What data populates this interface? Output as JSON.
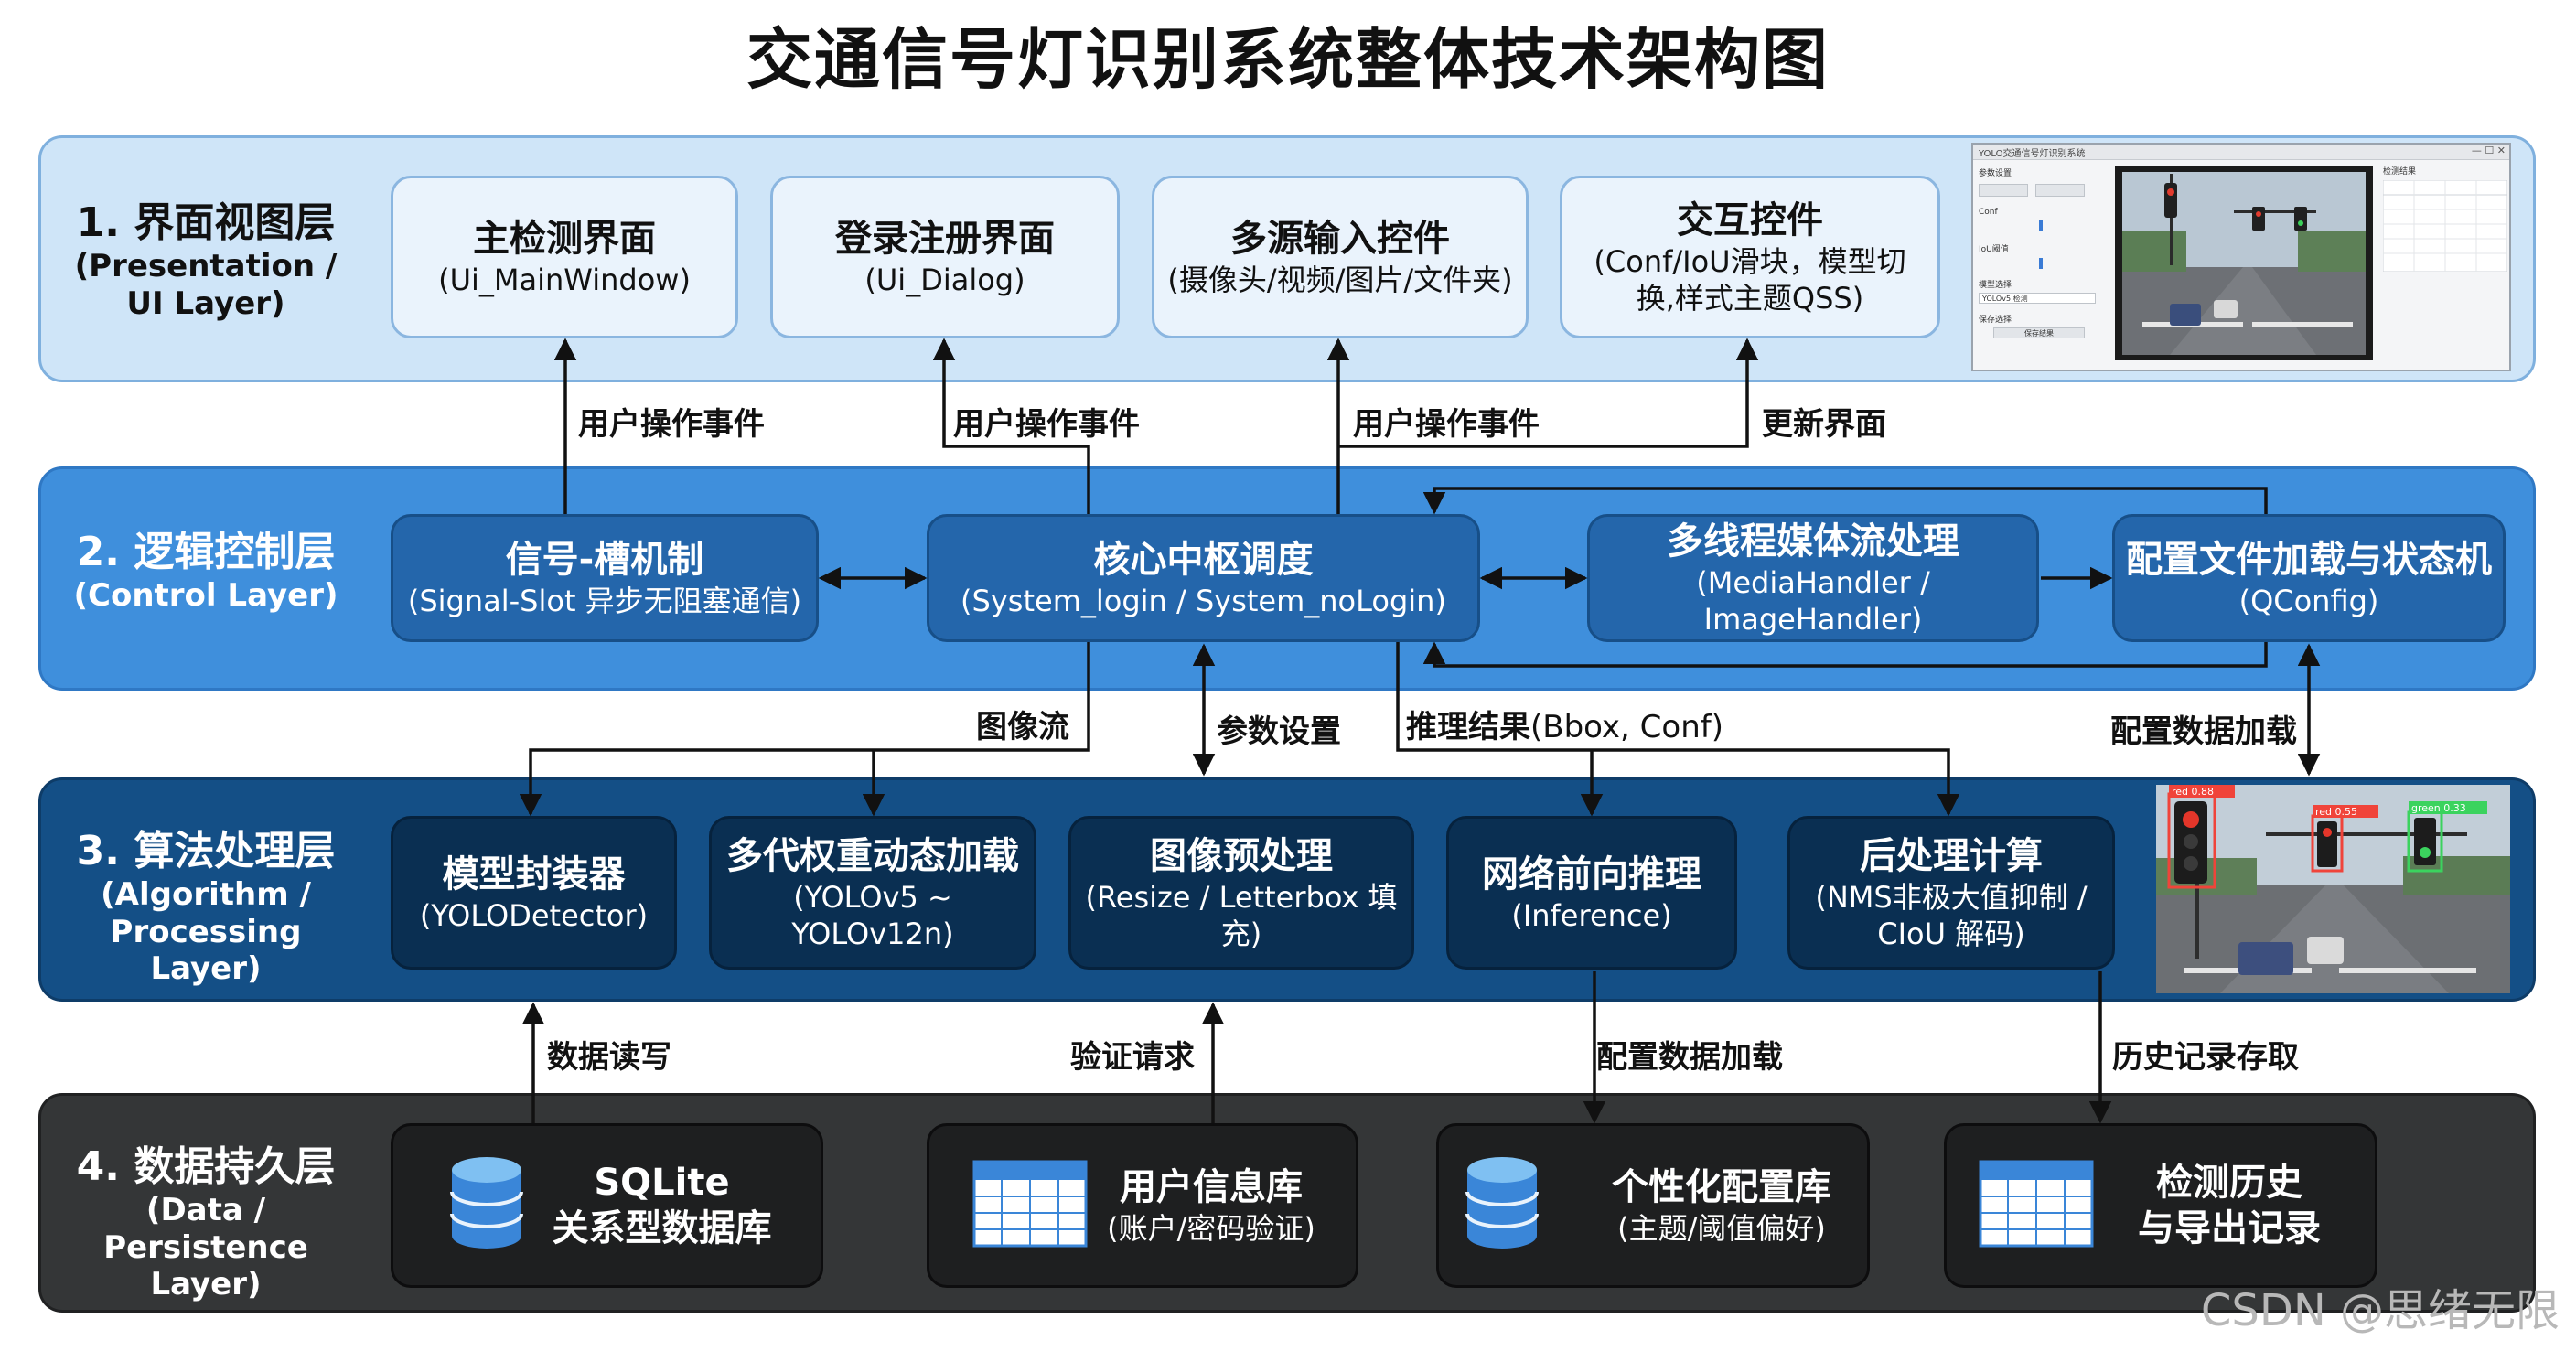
{
  "title": "交通信号灯识别系统整体技术架构图",
  "layers": [
    {
      "name": "1. 界面视图层",
      "en": "(Presentation / UI Layer)"
    },
    {
      "name": "2. 逻辑控制层",
      "en": "(Control Layer)"
    },
    {
      "name": "3. 算法处理层",
      "en": "(Algorithm / Processing Layer)"
    },
    {
      "name": "4. 数据持久层",
      "en": "(Data / Persistence Layer)"
    }
  ],
  "ui_boxes": [
    {
      "title": "主检测界面",
      "sub": "(Ui_MainWindow)"
    },
    {
      "title": "登录注册界面",
      "sub": "(Ui_Dialog)"
    },
    {
      "title": "多源输入控件",
      "sub": "(摄像头/视频/图片/文件夹)"
    },
    {
      "title": "交互控件",
      "sub": "(Conf/IoU滑块，模型切换,样式主题QSS)"
    }
  ],
  "control_boxes": [
    {
      "title": "信号-槽机制",
      "sub": "(Signal-Slot 异步无阻塞通信)"
    },
    {
      "title": "核心中枢调度",
      "sub": "(System_login / System_noLogin)"
    },
    {
      "title": "多线程媒体流处理",
      "sub": "(MediaHandler / ImageHandler)"
    },
    {
      "title": "配置文件加载与状态机",
      "sub": "(QConfig)"
    }
  ],
  "algo_boxes": [
    {
      "title": "模型封装器",
      "sub": "(YOLODetector)"
    },
    {
      "title": "多代权重动态加载",
      "sub": "(YOLOv5 ~ YOLOv12n)"
    },
    {
      "title": "图像预处理",
      "sub": "(Resize / Letterbox 填充)"
    },
    {
      "title": "网络前向推理",
      "sub": "(Inference)"
    },
    {
      "title": "后处理计算",
      "sub": "(NMS非极大值抑制 / CIoU 解码)"
    }
  ],
  "data_boxes": [
    {
      "title": "SQLite",
      "sub": "关系型数据库"
    },
    {
      "title": "用户信息库",
      "sub": "(账户/密码验证)"
    },
    {
      "title": "个性化配置库",
      "sub": "(主题/阈值偏好)"
    },
    {
      "title": "检测历史",
      "sub": "与导出记录"
    }
  ],
  "edge_labels": {
    "ui_ctrl": [
      "用户操作事件",
      "用户操作事件",
      "用户操作事件",
      "更新界面"
    ],
    "ctrl_algo": [
      "图像流",
      "参数设置",
      "推理结果",
      "(Bbox, Conf)",
      "配置数据加载"
    ],
    "algo_data": [
      "数据读写",
      "验证请求",
      "配置数据加载",
      "历史记录存取"
    ]
  },
  "screenshot_ui": {
    "window_title": "YOLO交通信号灯识别系统",
    "left_labels": [
      "参数设置",
      "Conf",
      "IoU阈值",
      "模型选择",
      "YOLOv5 检测",
      "保存选择",
      "保存结果"
    ],
    "right_title": "检测结果"
  },
  "screenshot_det": {
    "labels": [
      "red 0.88",
      "red 0.55",
      "green 0.33"
    ]
  },
  "watermark": "CSDN @思绪无限",
  "colors": {
    "layer1": "#cfe5f8",
    "layer2": "#3f8fdc",
    "layer3": "#144f86",
    "layer4": "#343637"
  }
}
